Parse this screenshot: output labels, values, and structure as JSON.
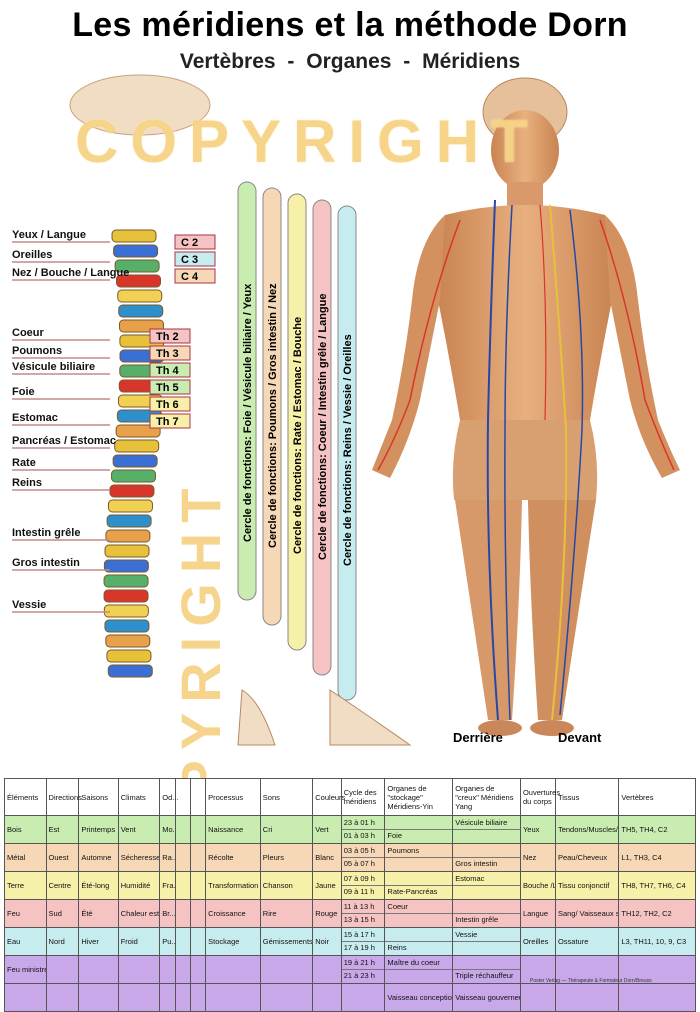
{
  "title": "Les méridiens et la méthode Dorn",
  "subtitle": "Vertèbres   -   Organes   -   Méridiens",
  "watermark": "COPYRIGHT",
  "organs": [
    "Yeux / Langue",
    "Oreilles",
    "Nez / Bouche / Langue",
    "Coeur",
    "Poumons",
    "Vésicule biliaire",
    "Foie",
    "Estomac",
    "Pancréas / Estomac",
    "Rate",
    "Reins",
    "Intestin grêle",
    "Gros intestin",
    "Vessie"
  ],
  "vertebrae": [
    "C 2",
    "C 3",
    "C 4",
    "Th 2",
    "Th 3",
    "Th 4",
    "Th 5",
    "Th 6",
    "Th 7"
  ],
  "circles": [
    {
      "label": "Cercle de fonctions: Foie / Vésicule biliaire / Yeux",
      "color": "#c9ecb0"
    },
    {
      "label": "Cercle de fonctions: Poumons / Gros intestin / Nez",
      "color": "#f6d8b6"
    },
    {
      "label": "Cercle de fonctions: Rate / Estomac / Bouche",
      "color": "#f7f0a8"
    },
    {
      "label": "Cercle de fonctions: Coeur / Intestin grêle / Langue",
      "color": "#f6c3c3"
    },
    {
      "label": "Cercle de fonctions: Reins / Vessie / Oreilles",
      "color": "#c7ecef"
    }
  ],
  "body_labels": {
    "back": "Derrière",
    "front": "Devant"
  },
  "table": {
    "headers": [
      "Éléments",
      "Directions",
      "Saisons",
      "Climats",
      "Od...",
      "",
      "",
      "Processus",
      "Sons",
      "Couleurs",
      "Cycle des méridiens",
      "Organes de \"stockage\" Méridiens-Yin",
      "Organes de \"creux\" Méridiens Yang",
      "Ouvertures du corps",
      "Tissus",
      "Vertèbres"
    ],
    "rows": [
      {
        "color": "#c9ecb0",
        "cells": [
          "Bois",
          "Est",
          "Printemps",
          "Vent",
          "Mo...",
          "",
          "",
          "Naissance",
          "Cri",
          "Vert"
        ],
        "cycle": [
          "23 à 01 h",
          "01 à 03 h"
        ],
        "yin": [
          "",
          "Foie"
        ],
        "yang": [
          "Vésicule biliaire",
          ""
        ],
        "opening": "Yeux",
        "tissue": "Tendons/Muscles/ Ligaments",
        "vert": "TH5, TH4, C2"
      },
      {
        "color": "#f6d8b6",
        "cells": [
          "Métal",
          "Ouest",
          "Automne",
          "Sécheresse",
          "Ra...",
          "",
          "",
          "Récolte",
          "Pleurs",
          "Blanc"
        ],
        "cycle": [
          "03 à 05 h",
          "05 à 07 h"
        ],
        "yin": [
          "Poumons",
          ""
        ],
        "yang": [
          "",
          "Gros intestin"
        ],
        "opening": "Nez",
        "tissue": "Peau/Cheveux",
        "vert": "L1, TH3, C4"
      },
      {
        "color": "#f7f0a8",
        "cells": [
          "Terre",
          "Centre",
          "Été-long",
          "Humidité",
          "Fra...",
          "",
          "",
          "Transformation",
          "Chanson",
          "Jaune"
        ],
        "cycle": [
          "07 à 09 h",
          "09 à 11 h"
        ],
        "yin": [
          "",
          "Rate-Pancréas"
        ],
        "yang": [
          "Estomac",
          ""
        ],
        "opening": "Bouche /Langue",
        "tissue": "Tissu conjonctif",
        "vert": "TH8, TH7, TH6, C4"
      },
      {
        "color": "#f6c3c3",
        "cells": [
          "Feu",
          "Sud",
          "Été",
          "Chaleur estivale",
          "Br...",
          "",
          "",
          "Croissance",
          "Rire",
          "Rouge"
        ],
        "cycle": [
          "11 à 13 h",
          "13 à 15 h"
        ],
        "yin": [
          "Coeur",
          ""
        ],
        "yang": [
          "",
          "Intestin grêle"
        ],
        "opening": "Langue",
        "tissue": "Sang/ Vaisseaux sanguins",
        "vert": "TH12, TH2, C2"
      },
      {
        "color": "#c7ecef",
        "cells": [
          "Eau",
          "Nord",
          "Hiver",
          "Froid",
          "Pu...",
          "",
          "",
          "Stockage",
          "Gémissements",
          "Noir"
        ],
        "cycle": [
          "15 à 17 h",
          "17 à 19 h"
        ],
        "yin": [
          "",
          "Reins"
        ],
        "yang": [
          "Vessie",
          ""
        ],
        "opening": "Oreilles",
        "tissue": "Ossature",
        "vert": "L3, TH11, 10, 9, C3"
      },
      {
        "color": "#c9a8ea",
        "cells": [
          "Feu ministre",
          "",
          "",
          "",
          "",
          "",
          "",
          "",
          "",
          ""
        ],
        "cycle": [
          "19 à 21 h",
          "21 à 23 h"
        ],
        "yin": [
          "Maître du coeur",
          ""
        ],
        "yang": [
          "",
          "Triple réchauffeur"
        ],
        "opening": "",
        "tissue": "",
        "vert": ""
      },
      {
        "color": "#c9a8ea",
        "cells": [
          "",
          "",
          "",
          "",
          "",
          "",
          "",
          "",
          "",
          ""
        ],
        "cycle": [
          ""
        ],
        "yin": [
          "Vaisseau conception"
        ],
        "yang": [
          "Vaisseau gouverneur"
        ],
        "opening": "",
        "tissue": "",
        "vert": ""
      }
    ]
  },
  "footer_note": "Poster Verlag — Thérapeute & Formateur Dorn/Breuss"
}
